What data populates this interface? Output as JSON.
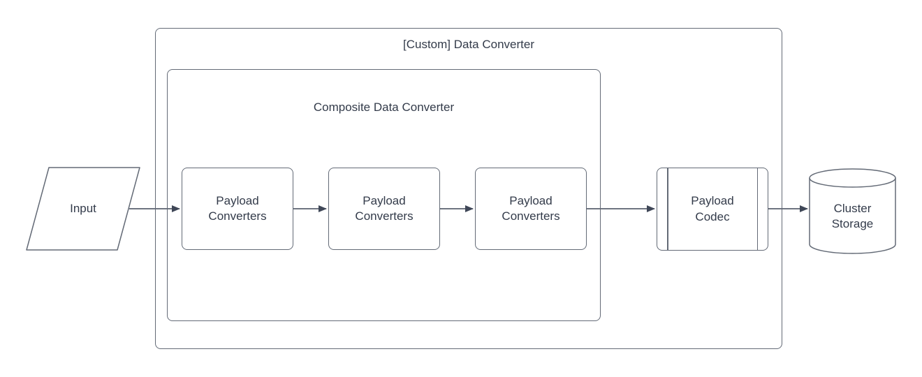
{
  "diagram": {
    "groups": {
      "custom_data_converter": {
        "title": "[Custom] Data Converter"
      },
      "composite_data_converter": {
        "title": "Composite Data Converter"
      }
    },
    "nodes": {
      "input": {
        "label": "Input",
        "shape": "parallelogram"
      },
      "payload_converters_1": {
        "label": "Payload Converters",
        "shape": "rounded-rectangle"
      },
      "payload_converters_2": {
        "label": "Payload Converters",
        "shape": "rounded-rectangle"
      },
      "payload_converters_3": {
        "label": "Payload Converters",
        "shape": "rounded-rectangle"
      },
      "payload_codec": {
        "label": "Payload Codec",
        "shape": "predefined-process"
      },
      "cluster_storage": {
        "label": "Cluster Storage",
        "shape": "cylinder"
      }
    },
    "connections": [
      {
        "from": "input",
        "to": "payload_converters_1"
      },
      {
        "from": "payload_converters_1",
        "to": "payload_converters_2"
      },
      {
        "from": "payload_converters_2",
        "to": "payload_converters_3"
      },
      {
        "from": "payload_converters_3",
        "to": "payload_codec"
      },
      {
        "from": "payload_codec",
        "to": "cluster_storage"
      }
    ],
    "colors": {
      "stroke": "#636a76",
      "arrow": "#3f4757",
      "text": "#333b4a",
      "background": "#ffffff"
    }
  }
}
